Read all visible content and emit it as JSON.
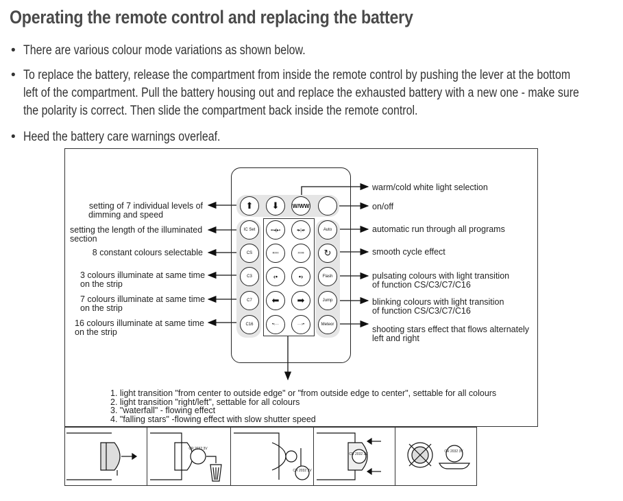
{
  "title": "Operating the remote control and replacing the battery",
  "bullets": [
    "There are various colour mode variations as shown below.",
    "To replace the battery, release the compartment from inside the remote control by pushing the lever at the bottom",
    "left of the compartment. Pull the battery housing out and replace the exhausted battery with a new one - make sure",
    "the polarity is correct. Then slide the compartment back inside the remote control.",
    "Heed the battery care warnings overleaf."
  ],
  "bullet_glyph": "•",
  "left_labels": [
    {
      "l1": "setting of 7 individual levels of",
      "l2": "dimming and speed"
    },
    {
      "l1": "setting  the length of the illuminated",
      "l2": "section"
    },
    {
      "l1": "8 constant colours selectable",
      "l2": ""
    },
    {
      "l1": "3 colours illuminate at same time",
      "l2": "on the strip"
    },
    {
      "l1": "7 colours illuminate at same time",
      "l2": "on the strip"
    },
    {
      "l1": "16 colours illuminate at same time",
      "l2": "on the strip"
    }
  ],
  "right_labels": [
    {
      "l1": "warm/cold white light selection",
      "l2": ""
    },
    {
      "l1": "on/off",
      "l2": ""
    },
    {
      "l1": "automatic run through all programs",
      "l2": ""
    },
    {
      "l1": "smooth  cycle effect",
      "l2": ""
    },
    {
      "l1": "pulsating colours with  light transition",
      "l2": "of function CS/C3/C7/C16"
    },
    {
      "l1": "blinking colours with  light transition",
      "l2": "of function CS/C3/C7/C16"
    },
    {
      "l1": "shooting stars effect  that flows alternately",
      "l2": "left and right"
    }
  ],
  "buttons": {
    "r1": [
      "⬆",
      "⬇",
      "W/WW",
      ""
    ],
    "r2": [
      "IC Set",
      "▪▪◂|▸▪",
      "▪▸|◂▪",
      "Auto"
    ],
    "r3": [
      "CS",
      "«‹‹‹",
      "›››»",
      "↻"
    ],
    "r4": [
      "C3",
      "‹•",
      "•›",
      "Flash"
    ],
    "r5": [
      "C7",
      "⬅",
      "➡",
      "Jump"
    ],
    "r6": [
      "C16",
      "•‹···",
      "···›•",
      "Meteor"
    ]
  },
  "notes": [
    "1. light transition \"from center to outside edge\" or  \"from outside edge to center\", settable for all colours",
    "2. light transition \"right/left\", settable for all colours",
    "3. \"waterfall\" - flowing effect",
    "4. \"falling stars\" -flowing effect with slow shutter speed"
  ],
  "battery_label": "CR 2032 3V"
}
